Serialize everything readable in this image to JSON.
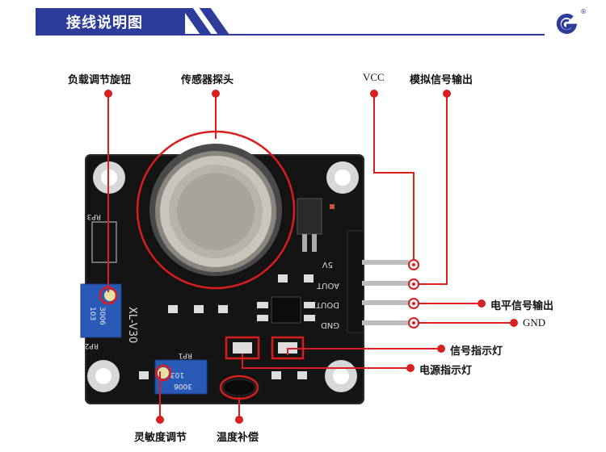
{
  "header": {
    "title": "接线说明图"
  },
  "labels": {
    "load_adjust_knob": "负载调节旋钮",
    "sensor_probe": "传感器探头",
    "vcc": "VCC",
    "analog_output": "模拟信号输出",
    "digital_output": "电平信号输出",
    "gnd": "GND",
    "signal_led": "信号指示灯",
    "power_led": "电源指示灯",
    "sensitivity_adjust": "灵敏度调节",
    "temp_compensation": "温度补偿"
  },
  "board": {
    "model": "XL-V30",
    "pins": [
      "5V",
      "AOUT",
      "DOUT",
      "GND"
    ],
    "rp3": "RP3",
    "rp2": "RP2",
    "rp1": "RP1",
    "pot_top_code": "103",
    "pot_bottom_code": "3006",
    "pot2_code": "103",
    "pot2_bottom": "3006"
  },
  "colors": {
    "brand_blue": "#2d3c9a",
    "callout_red": "#d81e1e",
    "pcb_black": "#141414",
    "pot_blue": "#2a5ab8"
  }
}
